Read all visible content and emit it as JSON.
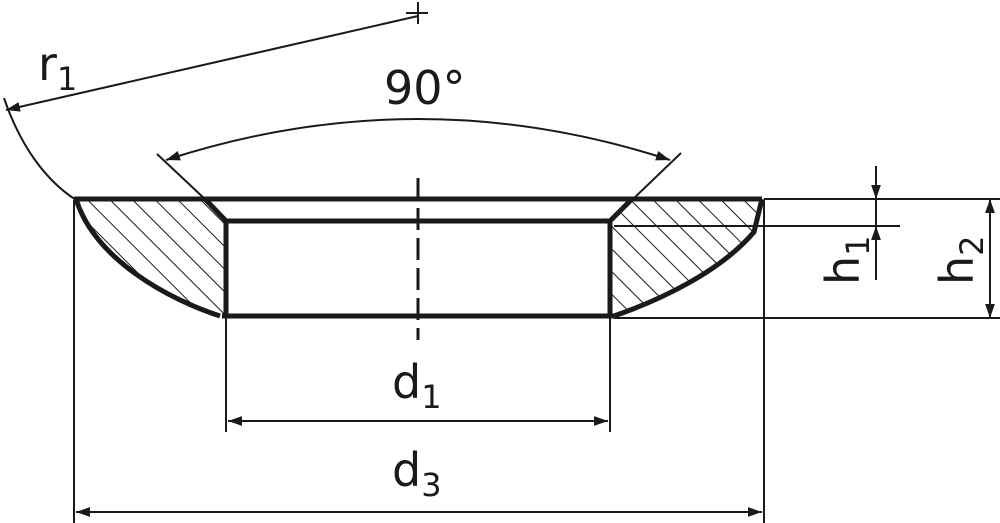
{
  "diagram": {
    "labels": {
      "angle": "90°",
      "r1": {
        "base": "r",
        "sub": "1"
      },
      "h1": {
        "base": "h",
        "sub": "1"
      },
      "h2": {
        "base": "h",
        "sub": "2"
      },
      "d1": {
        "base": "d",
        "sub": "1"
      },
      "d3": {
        "base": "d",
        "sub": "3"
      }
    },
    "colors": {
      "line": "#1a1a1a",
      "background": "#ffffff"
    }
  }
}
